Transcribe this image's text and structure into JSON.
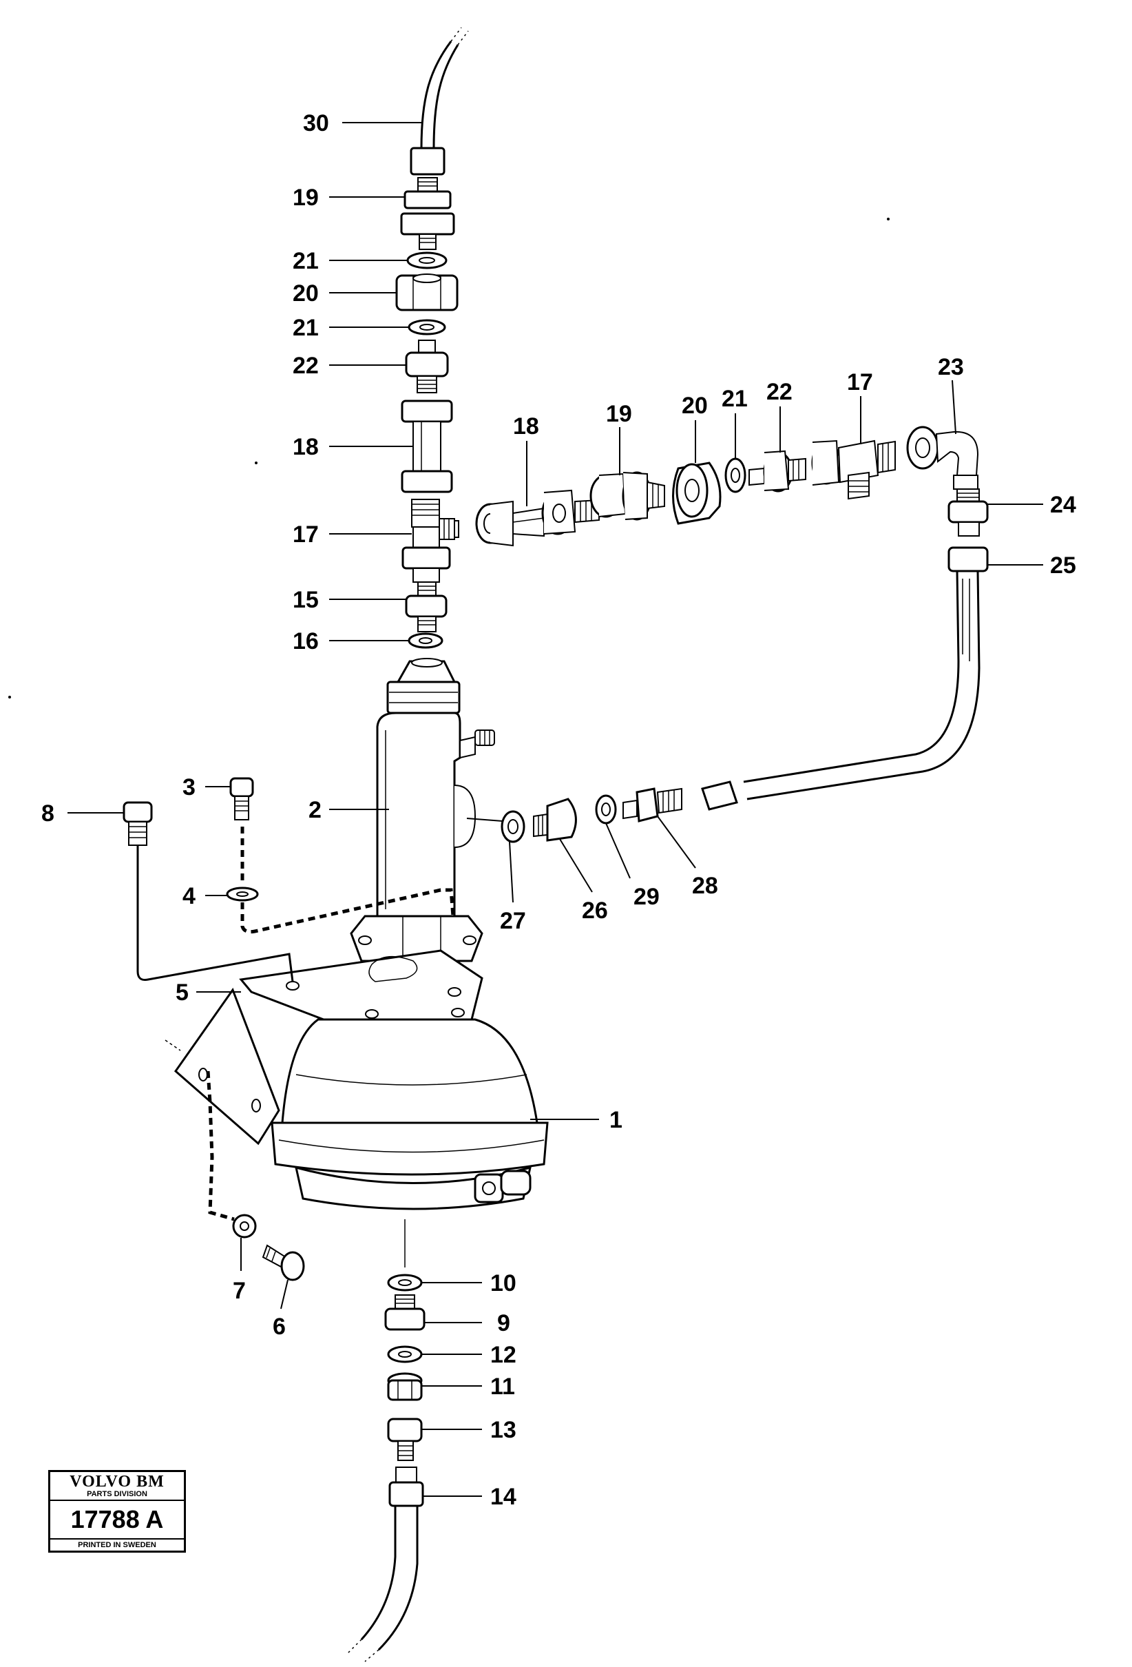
{
  "callouts": [
    {
      "id": "p30",
      "label": "30"
    },
    {
      "id": "p19a",
      "label": "19"
    },
    {
      "id": "p21a",
      "label": "21"
    },
    {
      "id": "p20a",
      "label": "20"
    },
    {
      "id": "p21b",
      "label": "21"
    },
    {
      "id": "p22a",
      "label": "22"
    },
    {
      "id": "p18a",
      "label": "18"
    },
    {
      "id": "p17a",
      "label": "17"
    },
    {
      "id": "p15",
      "label": "15"
    },
    {
      "id": "p16",
      "label": "16"
    },
    {
      "id": "p18b",
      "label": "18"
    },
    {
      "id": "p19b",
      "label": "19"
    },
    {
      "id": "p20b",
      "label": "20"
    },
    {
      "id": "p21c",
      "label": "21"
    },
    {
      "id": "p22b",
      "label": "22"
    },
    {
      "id": "p17b",
      "label": "17"
    },
    {
      "id": "p23",
      "label": "23"
    },
    {
      "id": "p24",
      "label": "24"
    },
    {
      "id": "p25",
      "label": "25"
    },
    {
      "id": "p8",
      "label": "8"
    },
    {
      "id": "p3",
      "label": "3"
    },
    {
      "id": "p2",
      "label": "2"
    },
    {
      "id": "p4",
      "label": "4"
    },
    {
      "id": "p27",
      "label": "27"
    },
    {
      "id": "p26",
      "label": "26"
    },
    {
      "id": "p29",
      "label": "29"
    },
    {
      "id": "p28",
      "label": "28"
    },
    {
      "id": "p5",
      "label": "5"
    },
    {
      "id": "p1",
      "label": "1"
    },
    {
      "id": "p7",
      "label": "7"
    },
    {
      "id": "p6",
      "label": "6"
    },
    {
      "id": "p10",
      "label": "10"
    },
    {
      "id": "p9",
      "label": "9"
    },
    {
      "id": "p12",
      "label": "12"
    },
    {
      "id": "p11",
      "label": "11"
    },
    {
      "id": "p13",
      "label": "13"
    },
    {
      "id": "p14",
      "label": "14"
    }
  ],
  "badge": {
    "brand": "VOLVO BM",
    "division": "PARTS DIVISION",
    "number": "17788 A",
    "printed": "PRINTED IN SWEDEN"
  }
}
